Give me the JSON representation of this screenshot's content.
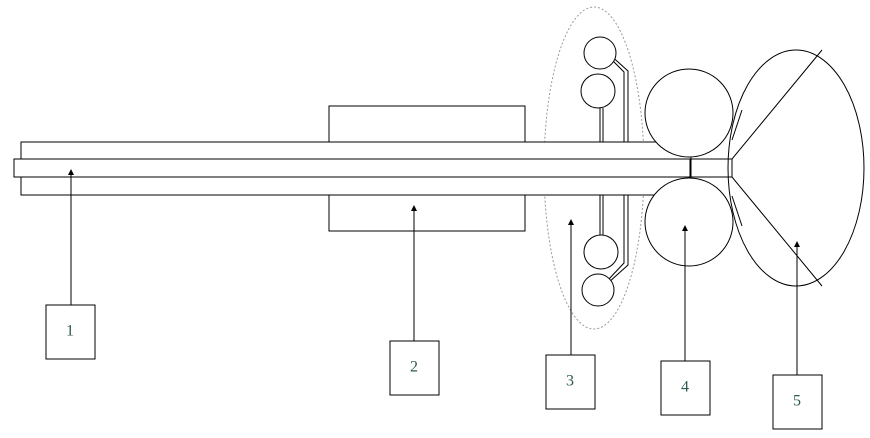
{
  "diagram": {
    "callouts": [
      {
        "label": "1"
      },
      {
        "label": "2"
      },
      {
        "label": "3"
      },
      {
        "label": "4"
      },
      {
        "label": "5"
      }
    ],
    "colors": {
      "line": "#000000",
      "label_text": "#2e5a52",
      "dotted_outline": "#999999",
      "background": "#ffffff"
    }
  }
}
